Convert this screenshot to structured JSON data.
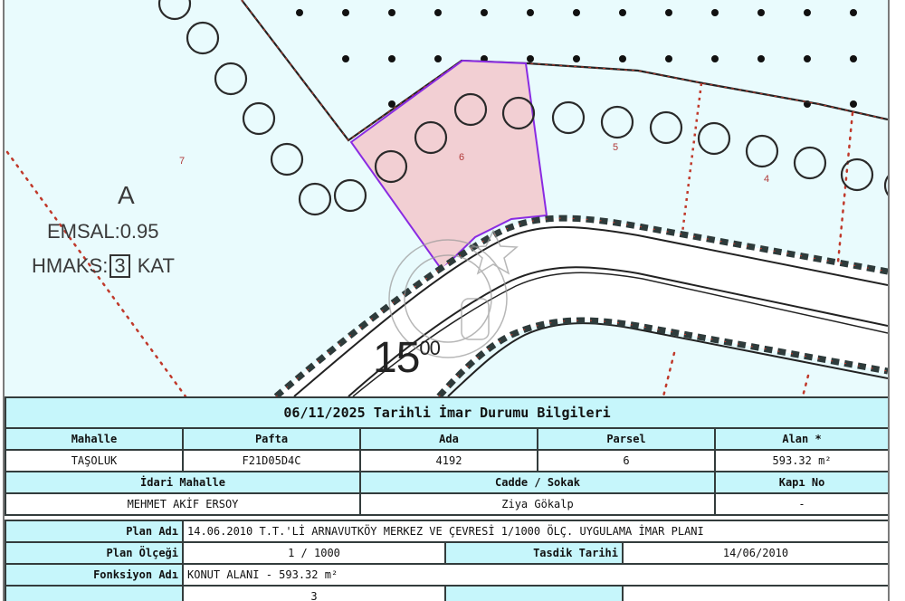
{
  "map": {
    "zone_label": "A",
    "emsal_text": "EMSAL:0.95",
    "hmaks_prefix": "HMAKS:",
    "hmaks_value": "3",
    "hmaks_suffix": "KAT",
    "road_width_main": "15",
    "road_width_sup": "00",
    "parcel_numbers": [
      "7",
      "6",
      "5",
      "4"
    ],
    "colors": {
      "background": "#e9fbfd",
      "selected_parcel_fill": "#f2cfd3",
      "selected_parcel_border": "#8a2be2",
      "parcel_dotted_border": "#c0392b",
      "road_fill": "#ffffff"
    }
  },
  "report": {
    "title": "06/11/2025 Tarihli İmar Durumu Bilgileri",
    "row1_headers": [
      "Mahalle",
      "Pafta",
      "Ada",
      "Parsel",
      "Alan *"
    ],
    "row1_values": [
      "TAŞOLUK",
      "F21D05D4C",
      "4192",
      "6",
      "593.32 m²"
    ],
    "row2_headers": [
      "İdari Mahalle",
      "Cadde / Sokak",
      "Kapı No"
    ],
    "row2_values": [
      "MEHMET AKİF ERSOY",
      "Ziya Gökalp",
      "-"
    ],
    "plan_adi_label": "Plan Adı",
    "plan_adi_value": "14.06.2010 T.T.'Lİ ARNAVUTKÖY MERKEZ VE ÇEVRESİ 1/1000 ÖLÇ. UYGULAMA İMAR PLANI",
    "plan_olcegi_label": "Plan Ölçeği",
    "plan_olcegi_value": "1 / 1000",
    "tasdik_tarihi_label": "Tasdik Tarihi",
    "tasdik_tarihi_value": "14/06/2010",
    "fonksiyon_adi_label": "Fonksiyon Adı",
    "fonksiyon_adi_value": "KONUT ALANI  - 593.32 m²",
    "partial_row_value": "3",
    "colors": {
      "header_bg": "#c6f6fb",
      "border": "#333c3c"
    }
  }
}
